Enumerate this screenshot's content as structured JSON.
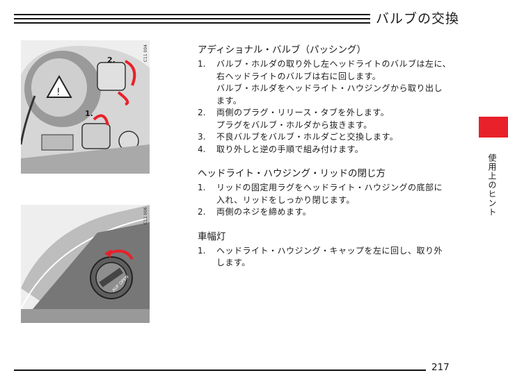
{
  "header": {
    "title": "バルブの交換"
  },
  "figures": [
    {
      "code": "C11 004",
      "labels": [
        "2.",
        "1."
      ]
    },
    {
      "code": "C11 006",
      "cap_text": "AUF OPEN"
    }
  ],
  "sections": [
    {
      "title": "アディショナル・バルブ（パッシング）",
      "items": [
        {
          "num": "1.",
          "text": "バルブ・ホルダの取り外し左ヘッドライトのバルブは左に、\n右ヘッドライトのバルブは右に回します。\nバルブ・ホルダをヘッドライト・ハウジングから取り出し\nます。"
        },
        {
          "num": "2.",
          "text": "両側のプラグ・リリース・タブを外します。\nプラグをバルブ・ホルダから抜きます。"
        },
        {
          "num": "3.",
          "text": "不良バルブをバルブ・ホルダごと交換します。"
        },
        {
          "num": "4.",
          "text": "取り外しと逆の手順で組み付けます。"
        }
      ]
    },
    {
      "title": "ヘッドライト・ハウジング・リッドの閉じ方",
      "items": [
        {
          "num": "1.",
          "text": "リッドの固定用ラグをヘッドライト・ハウジングの底部に\n入れ、リッドをしっかり閉じます。"
        },
        {
          "num": "2.",
          "text": "両側のネジを締めます。"
        }
      ]
    },
    {
      "title": "車幅灯",
      "items": [
        {
          "num": "1.",
          "text": "ヘッドライト・ハウジング・キャップを左に回し、取り外\nします。"
        }
      ]
    }
  ],
  "side_tab": {
    "label": "使用上のヒント",
    "color": "#e8212a"
  },
  "footer": {
    "page_number": "217"
  }
}
